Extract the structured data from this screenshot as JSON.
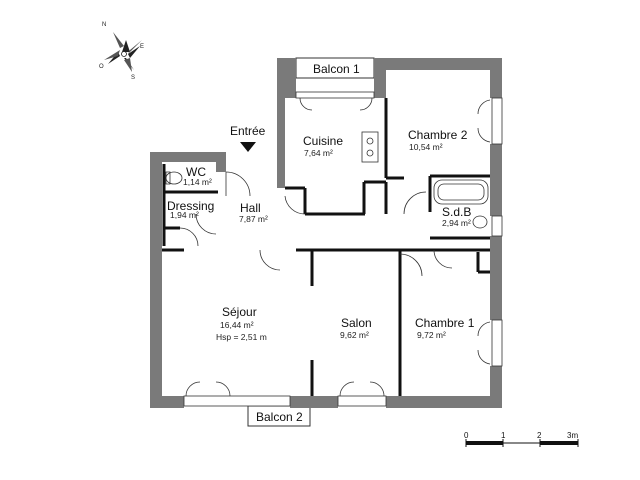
{
  "compass": {
    "n": "N",
    "e": "E",
    "s": "S",
    "o": "O"
  },
  "entrance": "Entrée",
  "balconies": {
    "b1": "Balcon 1",
    "b2": "Balcon 2"
  },
  "rooms": {
    "cuisine": {
      "name": "Cuisine",
      "area": "7,64 m²"
    },
    "chambre2": {
      "name": "Chambre 2",
      "area": "10,54 m²"
    },
    "wc": {
      "name": "WC",
      "area": "1,14 m²"
    },
    "dressing": {
      "name": "Dressing",
      "area": "1,94 m²"
    },
    "hall": {
      "name": "Hall",
      "area": "7,87 m²"
    },
    "sdb": {
      "name": "S.d.B",
      "area": "2,94 m²"
    },
    "sejour": {
      "name": "Séjour",
      "area": "16,44 m²",
      "extra": "Hsp = 2,51 m"
    },
    "salon": {
      "name": "Salon",
      "area": "9,62 m²"
    },
    "chambre1": {
      "name": "Chambre 1",
      "area": "9,72 m²"
    }
  },
  "scale": {
    "t0": "0",
    "t1": "1",
    "t2": "2",
    "t3": "3m"
  },
  "colors": {
    "wall": "#7a7a7a",
    "line": "#111111",
    "background": "#ffffff"
  }
}
